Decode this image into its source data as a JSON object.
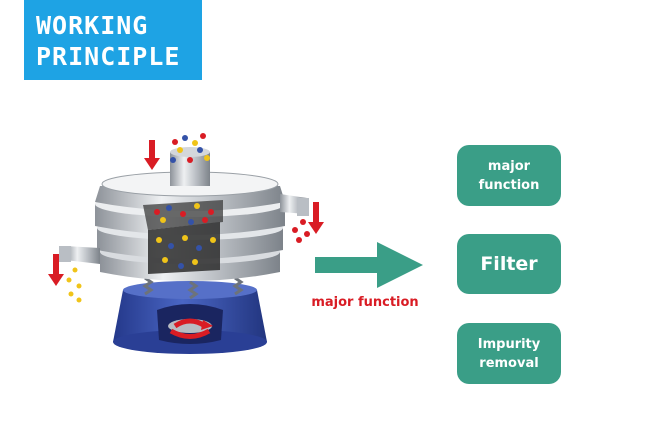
{
  "title": {
    "line1": "WORKING",
    "line2": "PRINCIPLE"
  },
  "caption": "major function",
  "boxes": [
    {
      "line1": "major",
      "line2": "function"
    },
    {
      "line1": "Filter"
    },
    {
      "line1": "Impurity",
      "line2": "removal"
    }
  ],
  "colors": {
    "title_bg": "#1ea3e4",
    "box_bg": "#3a9e87",
    "arrow": "#3a9e87",
    "caption": "#d91c24",
    "indicator_arrow": "#d91c24",
    "base": "#3452a8"
  },
  "icons": [
    "red-down-arrow-icon",
    "green-right-arrow-icon"
  ]
}
